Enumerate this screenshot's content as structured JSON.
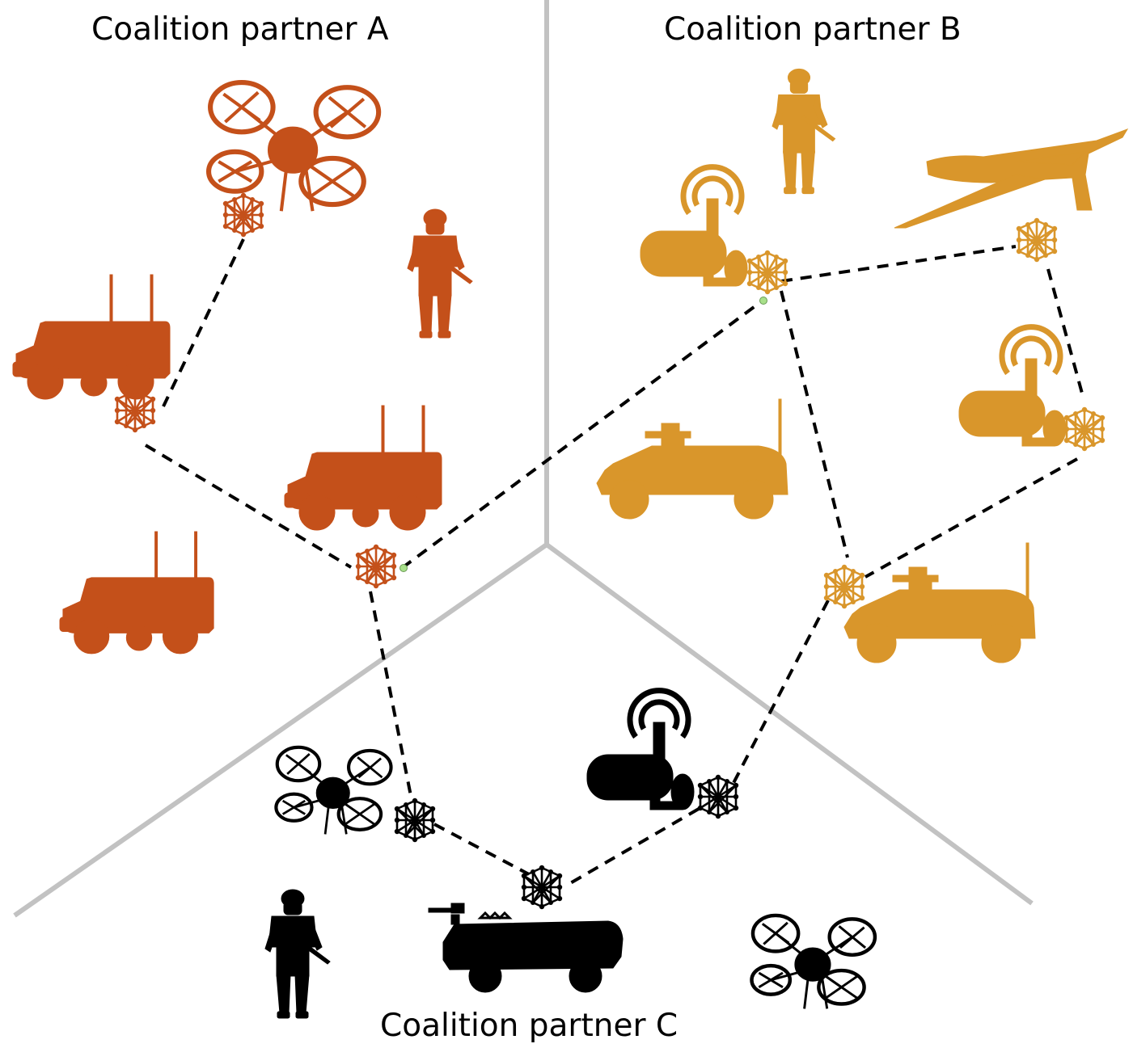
{
  "partners": {
    "a": {
      "label": "Coalition partner A",
      "color": "#C4501A"
    },
    "b": {
      "label": "Coalition partner B",
      "color": "#D9962B"
    },
    "c": {
      "label": "Coalition partner C",
      "color": "#000000"
    }
  },
  "colors": {
    "divider": "#C2C2C2",
    "link": "#000000",
    "gateway_dot": "#A8E08A"
  },
  "assets": {
    "a": [
      "quadcopter-drone",
      "soldier",
      "truck",
      "truck",
      "truck"
    ],
    "b": [
      "soldier",
      "reaper-uav",
      "radio-beacon",
      "radio-beacon",
      "armored-humvee",
      "armored-humvee"
    ],
    "c": [
      "quadcopter-drone",
      "radio-beacon",
      "soldier",
      "armored-personnel-carrier",
      "quadcopter-drone"
    ]
  }
}
